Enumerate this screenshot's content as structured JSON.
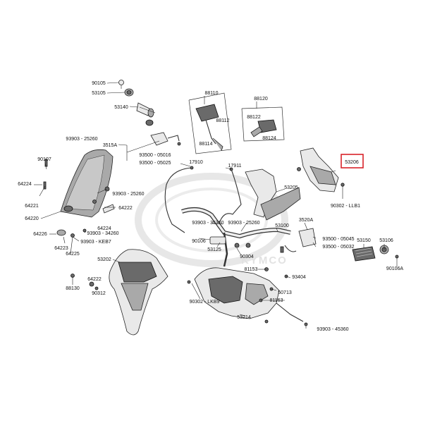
{
  "diagram": {
    "brand_watermark": "KYMCO",
    "highlight_color": "#d8232a",
    "highlighted_part": "53206",
    "part_labels": {
      "p90105": "90105",
      "p53105": "53105",
      "p53140": "53140",
      "p88110": "88110",
      "p88112": "88112",
      "p88114": "88114",
      "p88120": "88120",
      "p88122": "88122",
      "p88124": "88124",
      "p93903_25260a": "93903 - 25260",
      "p3515A": "3515A",
      "p93500_05016": "93500 - 05016",
      "p93500_05025": "93500 - 05025",
      "p90107": "90107",
      "p64224a": "64224",
      "p93903_25260b": "93903 - 25260",
      "p64222a": "64222",
      "p64220": "64220",
      "p64224b": "64224",
      "p93903_34260": "93903 - 34260",
      "p64226": "64226",
      "p64223": "64223",
      "p93903_KEB7": "93903 - KEB7",
      "p64221": "64221",
      "p64225": "64225",
      "p17910": "17910",
      "p17911": "17911",
      "p53206": "53206",
      "p53205": "53205",
      "p90302_LLB1": "90302 - LLB1",
      "p93903_35360": "93903 - 35360",
      "p93903_25260c": "93903 - 25260",
      "p53100": "53100",
      "p3520A": "3520A",
      "p90106": "90106",
      "p53125": "53125",
      "p90304": "90304",
      "p93500_05045": "93500 - 05045",
      "p93500_05032": "93500 - 05032",
      "p53150": "53150",
      "p53106": "53106",
      "p90106A": "90106A",
      "p53202": "53202",
      "p81153": "81153",
      "p93404": "93404",
      "p88130": "88130",
      "p64222b": "64222",
      "p90312": "90312",
      "p50713": "50713",
      "p81163": "81163",
      "p90302_LKB9": "90302 - LKB9",
      "p53214": "53214",
      "p93903_45360": "93903 - 45360"
    }
  }
}
